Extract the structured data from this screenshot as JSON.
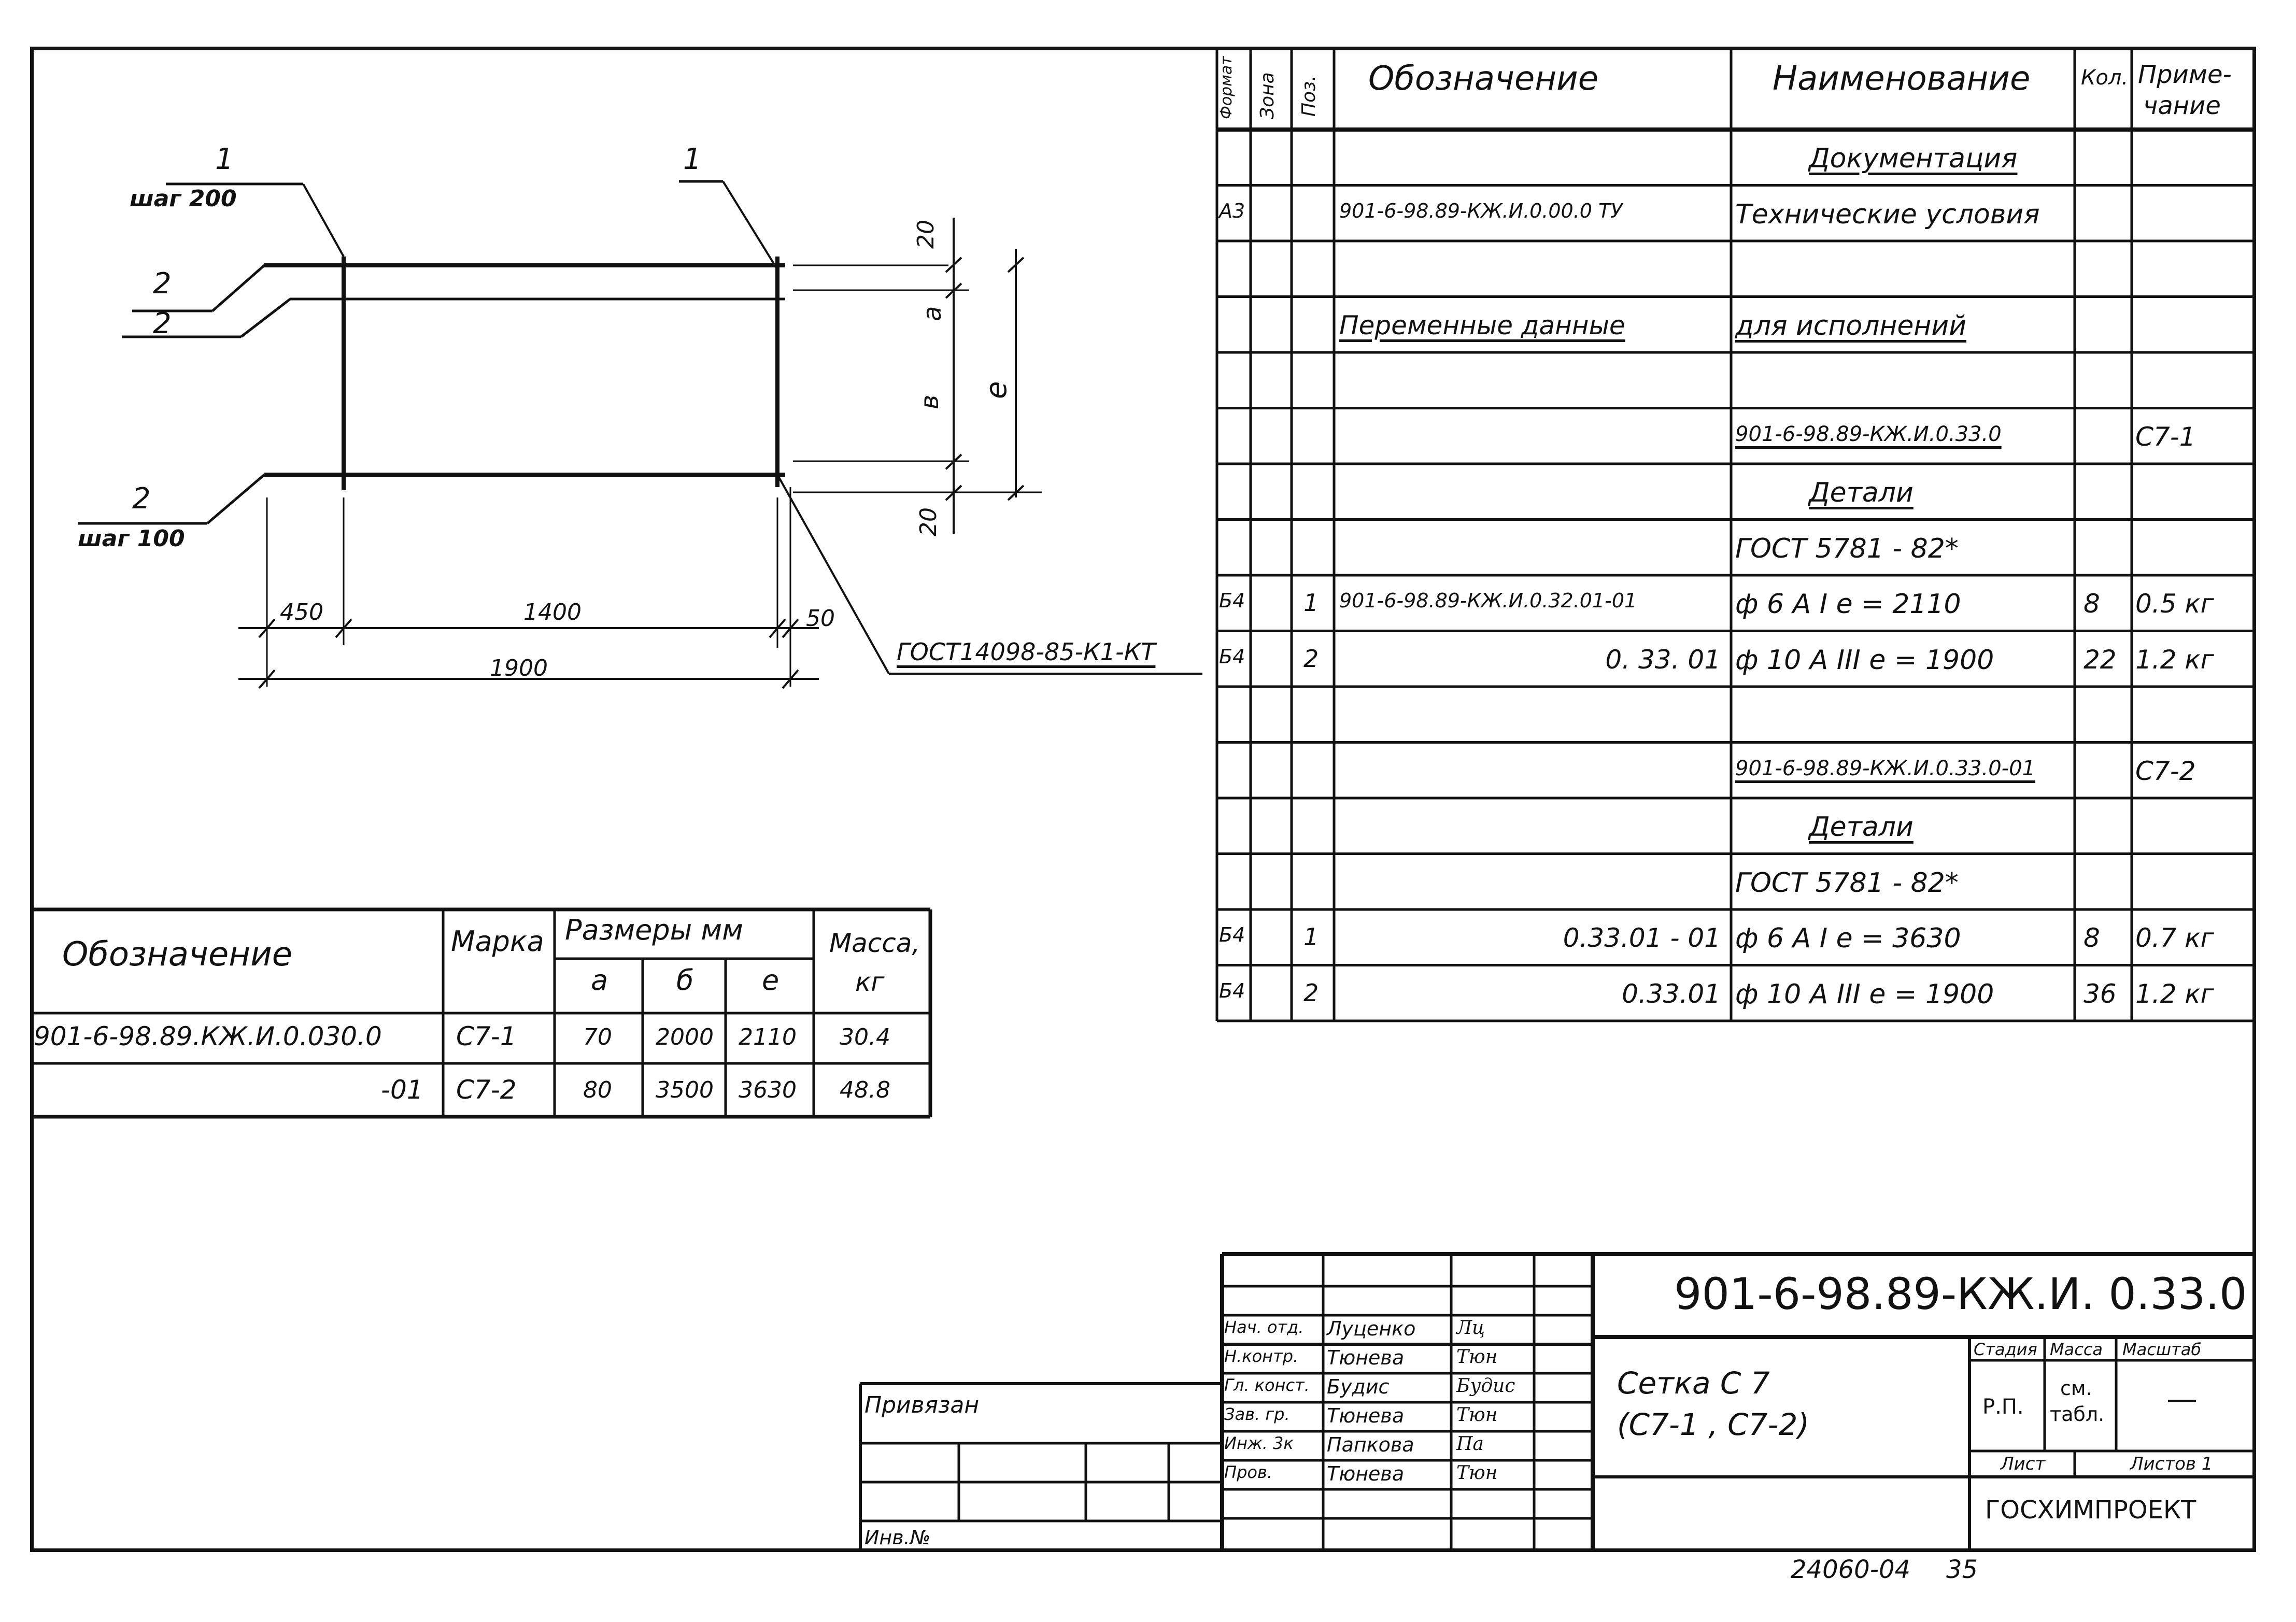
{
  "drawing": {
    "callout_1_left": "1",
    "callout_1_left_sub": "шаг 200",
    "callout_1_right": "1",
    "callout_2_top_a": "2",
    "callout_2_top_b": "2",
    "callout_2_bottom": "2",
    "callout_2_bottom_sub": "шаг 100",
    "dim_450": "450",
    "dim_1400": "1400",
    "dim_50": "50",
    "dim_1900": "1900",
    "dim_20_top": "20",
    "dim_a": "а",
    "dim_b": "в",
    "dim_e": "е",
    "dim_20_bottom": "20",
    "weld_note": "ГОСТ14098-85-К1-КТ"
  },
  "spec": {
    "headers": [
      "Формат",
      "Зона",
      "Поз.",
      "Обозначение",
      "Наименование",
      "Кол.",
      "Приме-",
      "чание"
    ],
    "rows": [
      {
        "fmt": "",
        "zone": "",
        "pos": "",
        "des": "",
        "name": "Документация",
        "qty": "",
        "note": ""
      },
      {
        "fmt": "А3",
        "zone": "",
        "pos": "",
        "des": "901-6-98.89-КЖ.И.0.00.0 ТУ",
        "name": "Технические условия",
        "qty": "",
        "note": ""
      },
      {
        "fmt": "",
        "zone": "",
        "pos": "",
        "des": "",
        "name": "",
        "qty": "",
        "note": ""
      },
      {
        "fmt": "",
        "zone": "",
        "pos": "",
        "des": "Переменные данные",
        "name": "для исполнений",
        "qty": "",
        "note": ""
      },
      {
        "fmt": "",
        "zone": "",
        "pos": "",
        "des": "",
        "name": "",
        "qty": "",
        "note": ""
      },
      {
        "fmt": "",
        "zone": "",
        "pos": "",
        "des": "",
        "name": "901-6-98.89-КЖ.И.0.33.0",
        "qty": "",
        "note": "С7-1"
      },
      {
        "fmt": "",
        "zone": "",
        "pos": "",
        "des": "",
        "name": "Детали",
        "qty": "",
        "note": ""
      },
      {
        "fmt": "",
        "zone": "",
        "pos": "",
        "des": "",
        "name": "ГОСТ 5781 - 82*",
        "qty": "",
        "note": ""
      },
      {
        "fmt": "Б4",
        "zone": "",
        "pos": "1",
        "des": "901-6-98.89-КЖ.И.0.32.01-01",
        "name": "ф 6 А I    е = 2110",
        "qty": "8",
        "note": "0.5 кг"
      },
      {
        "fmt": "Б4",
        "zone": "",
        "pos": "2",
        "des": "0. 33. 01",
        "name": "ф 10 А III   е = 1900",
        "qty": "22",
        "note": "1.2 кг"
      },
      {
        "fmt": "",
        "zone": "",
        "pos": "",
        "des": "",
        "name": "",
        "qty": "",
        "note": ""
      },
      {
        "fmt": "",
        "zone": "",
        "pos": "",
        "des": "",
        "name": "901-6-98.89-КЖ.И.0.33.0-01",
        "qty": "",
        "note": "С7-2"
      },
      {
        "fmt": "",
        "zone": "",
        "pos": "",
        "des": "",
        "name": "Детали",
        "qty": "",
        "note": ""
      },
      {
        "fmt": "",
        "zone": "",
        "pos": "",
        "des": "",
        "name": "ГОСТ 5781 - 82*",
        "qty": "",
        "note": ""
      },
      {
        "fmt": "Б4",
        "zone": "",
        "pos": "1",
        "des": "0.33.01 - 01",
        "name": "ф 6 А I    е = 3630",
        "qty": "8",
        "note": "0.7 кг"
      },
      {
        "fmt": "Б4",
        "zone": "",
        "pos": "2",
        "des": "0.33.01",
        "name": "ф 10 А III   е = 1900",
        "qty": "36",
        "note": "1.2 кг"
      }
    ]
  },
  "variants": {
    "h_designation": "Обозначение",
    "h_mark": "Марка",
    "h_sizes": "Размеры мм",
    "h_a": "а",
    "h_b": "б",
    "h_e": "е",
    "h_mass": "Масса,",
    "h_mass_unit": "кг",
    "rows": [
      {
        "des": "901-6-98.89.КЖ.И.0.030.0",
        "mark": "С7-1",
        "a": "70",
        "b": "2000",
        "e": "2110",
        "mass": "30.4"
      },
      {
        "des": "-01",
        "mark": "С7-2",
        "a": "80",
        "b": "3500",
        "e": "3630",
        "mass": "48.8"
      }
    ]
  },
  "title_block": {
    "code": "901-6-98.89-КЖ.И. 0.33.0",
    "name_line1": "Сетка   С 7",
    "name_line2": "(С7-1 , С7-2)",
    "stage_h": "Стадия",
    "mass_h": "Масса",
    "scale_h": "Масштаб",
    "stage": "Р.П.",
    "mass_line1": "см.",
    "mass_line2": "табл.",
    "scale": "—",
    "sheet_h": "Лист",
    "sheets_h": "Листов 1",
    "org": "ГОСХИМПРОЕКТ",
    "roles": [
      "Нач. отд.",
      "Н.контр.",
      "Гл. конст.",
      "Зав. гр.",
      "Инж. 3к",
      "Пров."
    ],
    "names": [
      "Луценко",
      "Тюнева",
      "Будис",
      "Тюнева",
      "Папкова",
      "Тюнева"
    ],
    "signatures": [
      "Лц",
      "Тюн",
      "Будис",
      "Тюн",
      "Па",
      "Тюн"
    ],
    "linked": "Привязан",
    "inv": "Инв.№"
  },
  "footer": {
    "number": "24060-04",
    "page": "35"
  }
}
